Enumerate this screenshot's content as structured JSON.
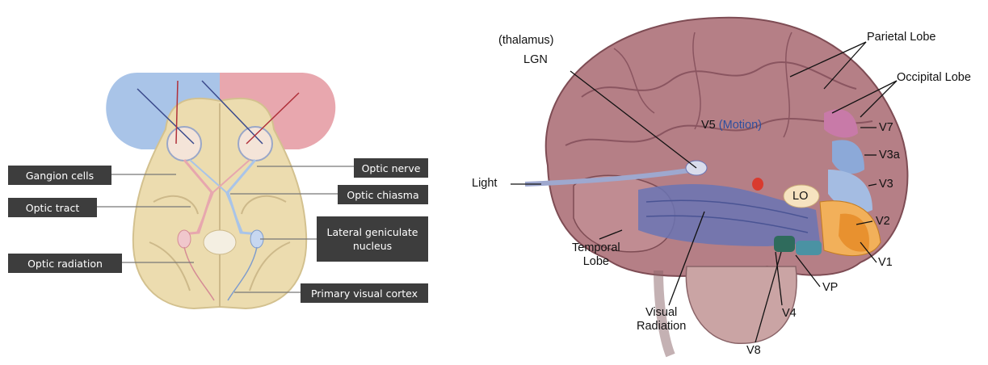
{
  "left_diagram": {
    "labels": {
      "gangion_cells": "Gangion cells",
      "optic_tract": "Optic tract",
      "optic_radiation": "Optic radiation",
      "optic_nerve": "Optic nerve",
      "optic_chiasma": "Optic chiasma",
      "lgn_line1": "Lateral geniculate",
      "lgn_line2": "nucleus",
      "primary_visual_cortex": "Primary visual cortex"
    },
    "colors": {
      "left_field": "#a9c4e8",
      "right_field": "#e8a7ae",
      "label_bg": "#3d3d3d",
      "brain_fill": "#ecdcaf"
    }
  },
  "right_diagram": {
    "labels": {
      "thalamus": "(thalamus)",
      "lgn": "LGN",
      "parietal_lobe": "Parietal Lobe",
      "occipital_lobe": "Occipital Lobe",
      "v5": "V5",
      "motion": "(Motion)",
      "v7": "V7",
      "v3a": "V3a",
      "v3": "V3",
      "light": "Light",
      "lo": "LO",
      "v2": "V2",
      "v1": "V1",
      "vp": "VP",
      "v4": "V4",
      "v8": "V8",
      "temporal_line1": "Temporal",
      "temporal_line2": "Lobe",
      "visual_line1": "Visual",
      "visual_line2": "Radiation"
    },
    "colors": {
      "brain": "#b57f86",
      "motion_text": "#2f4f9e",
      "v1": "#e8912f",
      "v2": "#f2b05a",
      "v3": "#8ca9d8",
      "v7": "#c87aa8",
      "radiation": "#6a74b4"
    }
  }
}
